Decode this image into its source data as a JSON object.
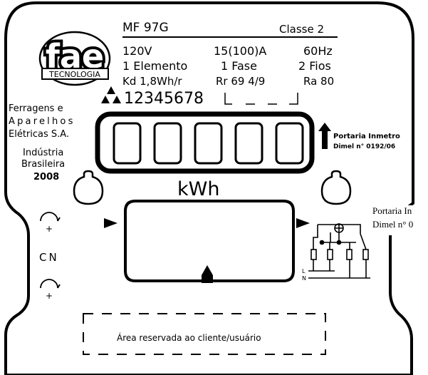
{
  "brand": {
    "logo_text": "fae",
    "logo_subtext": "TECNOLOGIA",
    "company_lines": [
      "Ferragens e",
      "Aparelhos",
      "Elétricas S.A."
    ],
    "origin_lines": [
      "Indústria",
      "Brasileira"
    ],
    "year": "2008"
  },
  "spec": {
    "model": "MF 97G",
    "class": "Classe 2",
    "voltage": "120V",
    "current": "15(100)A",
    "frequency": "60Hz",
    "elements": "1 Elemento",
    "phases": "1 Fase",
    "wires": "2 Fios",
    "kd": "Kd 1,8Wh/r",
    "rr": "Rr 69 4/9",
    "ra": "Ra 80",
    "serial": "12345678"
  },
  "register": {
    "digit_count": 5,
    "unit": "kWh"
  },
  "portaria": {
    "line1": "Portaria Inmetro",
    "line2": "Dimel n° 0192/06"
  },
  "portaria_overflow": {
    "line1": "Portaria In",
    "line2": "Dimel n° 0"
  },
  "side": {
    "cn_label": "CN"
  },
  "terminals": {
    "l_label": "L",
    "n_label": "N"
  },
  "reserved": {
    "text": "Área reservada ao cliente/usuário"
  }
}
